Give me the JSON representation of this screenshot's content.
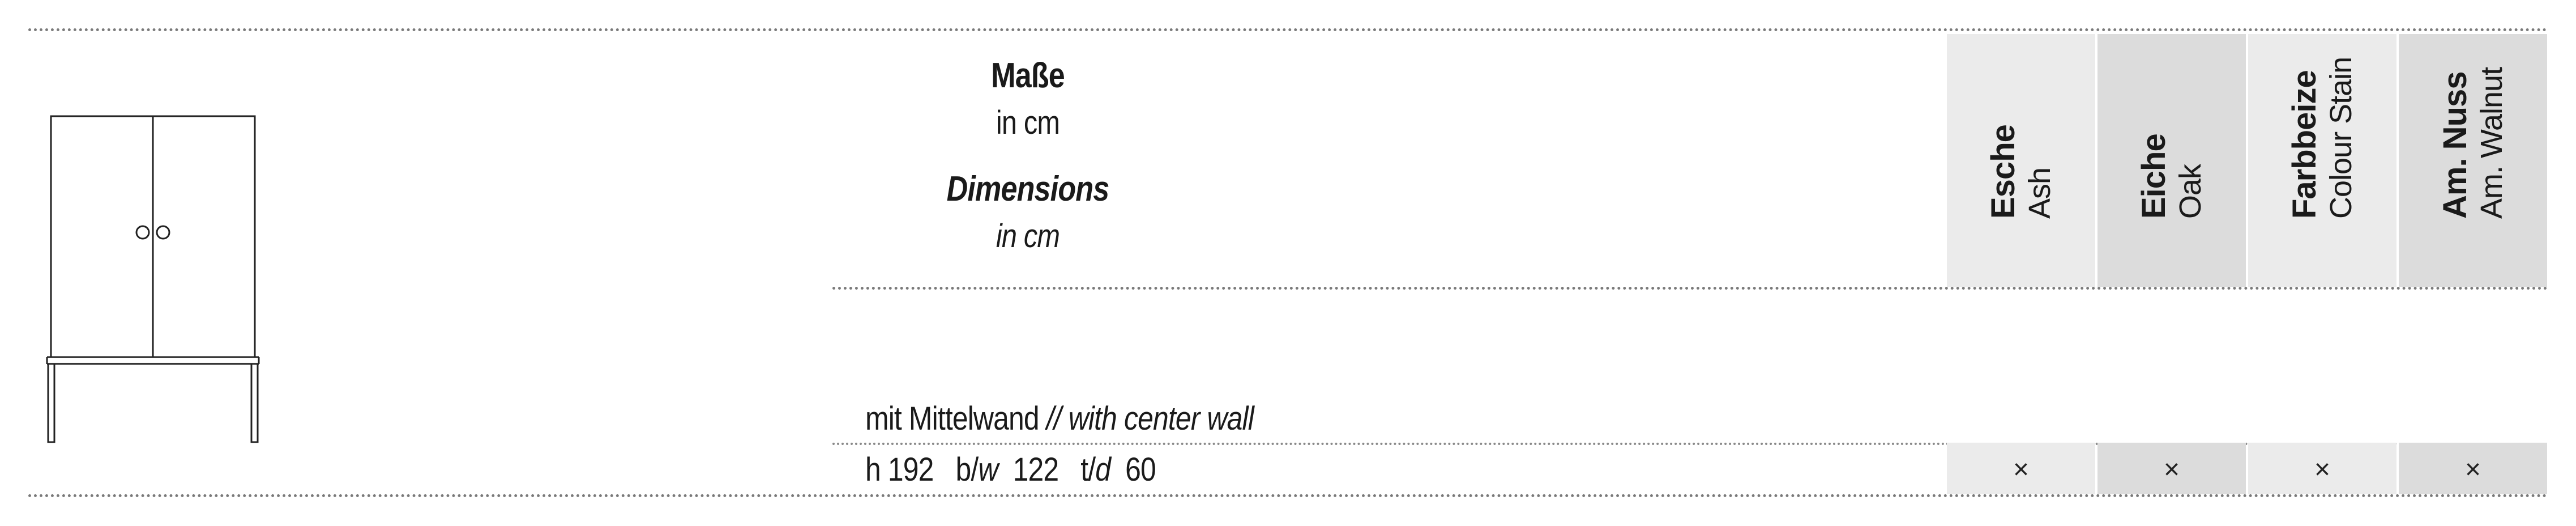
{
  "dimensions": {
    "title_de": "Maße",
    "unit_de": "in cm",
    "title_en": "Dimensions",
    "unit_en": "in cm"
  },
  "finishes": [
    {
      "de": "Esche",
      "en": "Ash",
      "available": "×"
    },
    {
      "de": "Eiche",
      "en": "Oak",
      "available": "×"
    },
    {
      "de": "Farbbeize",
      "en": "Colour Stain",
      "available": "×"
    },
    {
      "de": "Am. Nuss",
      "en": "Am. Walnut",
      "available": "×"
    }
  ],
  "row": {
    "variant_de": "mit Mittelwand",
    "variant_sep": " // ",
    "variant_en": "with center wall",
    "height_label": "h 192",
    "width_label_a": "b/",
    "width_label_b": "w",
    "width_value": "122",
    "depth_label_a": "t/",
    "depth_label_b": "d",
    "depth_value": "60"
  },
  "colors": {
    "column_light": "#ebebeb",
    "column_dark": "#dcdcdc",
    "rule": "#7a7a7a"
  }
}
